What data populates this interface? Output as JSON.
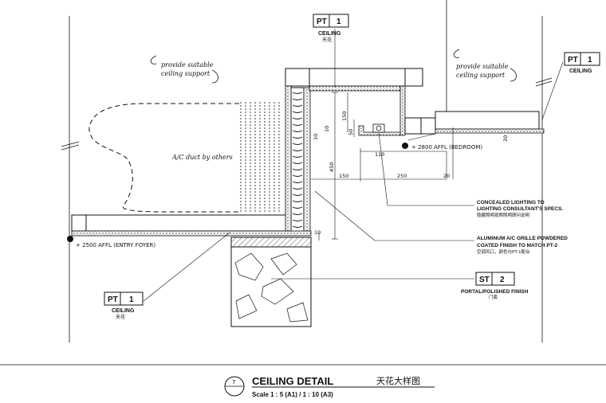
{
  "tags": {
    "pt_top": {
      "code": "PT",
      "num": "1",
      "label": "CEILING",
      "cn": "天花"
    },
    "pt_right": {
      "code": "PT",
      "num": "1",
      "label": "CEILING"
    },
    "pt_bottom": {
      "code": "PT",
      "num": "1",
      "label": "CEILING",
      "cn": "天花"
    },
    "st": {
      "code": "ST",
      "num": "2",
      "label": "PORTAL/POLISHED FINISH",
      "cn": "门套"
    }
  },
  "notes": {
    "support_left": [
      "provide suitable",
      "ceiling support"
    ],
    "support_right": [
      "provide suitable",
      "ceiling support"
    ],
    "duct": "A/C duct by others",
    "level_bedroom": "+ 2800 AFFL  (BEDROOM)",
    "level_foyer": "+ 2500 AFFL  (ENTRY FOYER)",
    "lighting": [
      "CONCEALED LIGHTING TO",
      "LIGHTING CONSULTANT'S SPECS."
    ],
    "lighting_cn": "隐藏照明按照照明顾问说明",
    "grille": [
      "ALUMINUM A/C GRILLE POWDERED",
      "COATED FINISH TO MATCH PT-2"
    ],
    "grille_cn": "空调风口，颜色与PT-1配合"
  },
  "dims": {
    "d150_top": "150",
    "d10_a": "10",
    "d50": "50",
    "d10_b": "10",
    "d110": "110",
    "d450": "450",
    "d150_mid": "150",
    "d250": "250",
    "d20_a": "20",
    "d20_b": "20",
    "d10_c": "10"
  },
  "title_block": {
    "number": "7",
    "title": "CEILING DETAIL",
    "title_cn": "天花大样图",
    "scale": "Scale 1 : 5 (A1) / 1 : 10 (A3)"
  }
}
